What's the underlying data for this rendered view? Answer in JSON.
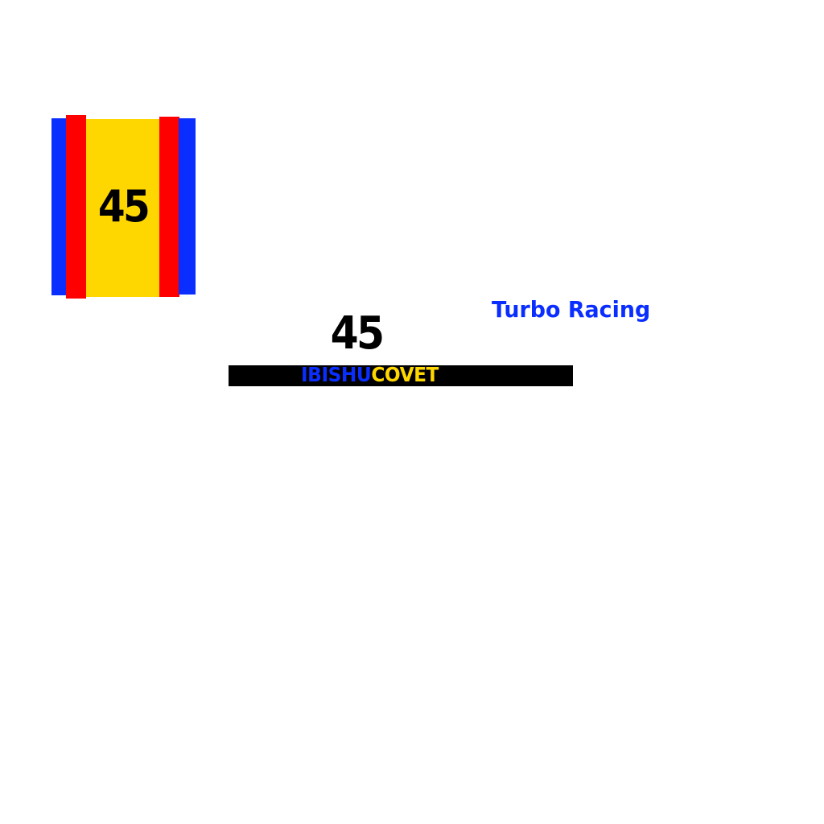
{
  "colors": {
    "background": "#ffffff",
    "blue": "#0a2eff",
    "red": "#ff0000",
    "yellow": "#ffd700",
    "black": "#000000"
  },
  "livery_panel": {
    "number": "45"
  },
  "main_number": "45",
  "team_name": "Turbo Racing",
  "sponsor": {
    "word1": "IBISHU",
    "word2": "COVET"
  }
}
